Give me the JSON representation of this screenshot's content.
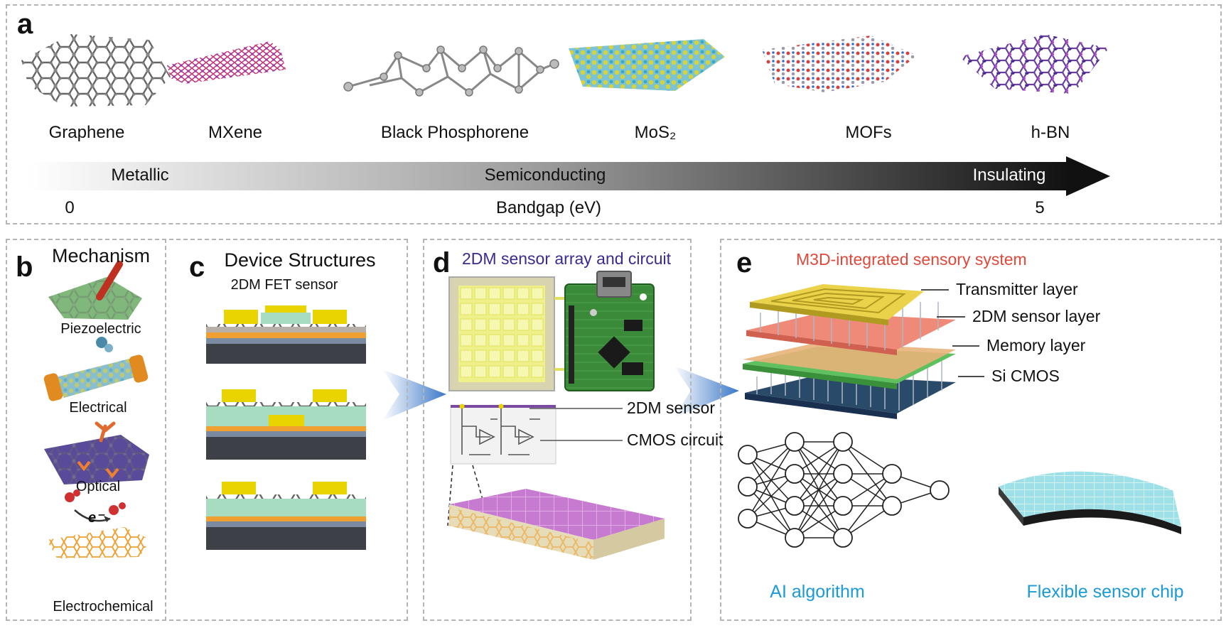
{
  "panel_a": {
    "label": "a",
    "materials": [
      "Graphene",
      "MXene",
      "Black Phosphorene",
      "MoS₂",
      "MOFs",
      "h-BN"
    ],
    "gradient_labels": {
      "metallic": "Metallic",
      "semiconducting": "Semiconducting",
      "insulating": "Insulating"
    },
    "axis": {
      "min": "0",
      "max": "5",
      "label": "Bandgap (eV)"
    }
  },
  "panel_b": {
    "label": "b",
    "title": "Mechanism",
    "items": [
      "Piezoelectric",
      "Electrical",
      "Optical",
      "Electrochemical"
    ],
    "electron_symbol": "e⁻"
  },
  "panel_c": {
    "label": "c",
    "title": "Device Structures",
    "subtitle": "2DM FET sensor"
  },
  "panel_d": {
    "label": "d",
    "title": "2DM sensor array and circuit",
    "callouts": [
      "2DM sensor",
      "CMOS circuit"
    ]
  },
  "panel_e": {
    "label": "e",
    "title": "M3D-integrated sensory system",
    "layers": [
      "Transmitter layer",
      "2DM sensor layer",
      "Memory layer",
      "Si CMOS"
    ],
    "captions": [
      "AI algorithm",
      "Flexible sensor chip"
    ]
  },
  "colors": {
    "dashed_border": "#b5b5b5",
    "gold": "#e9d300",
    "teal": "#a8dcc0",
    "orange": "#f0a030",
    "substrate": "#3e4048",
    "purple": "#9a5fb0",
    "pcb_green": "#2f7a2f",
    "caption_blue": "#1a9ad6",
    "title_red": "#e0483a",
    "title_purple": "#3b2a8f"
  }
}
